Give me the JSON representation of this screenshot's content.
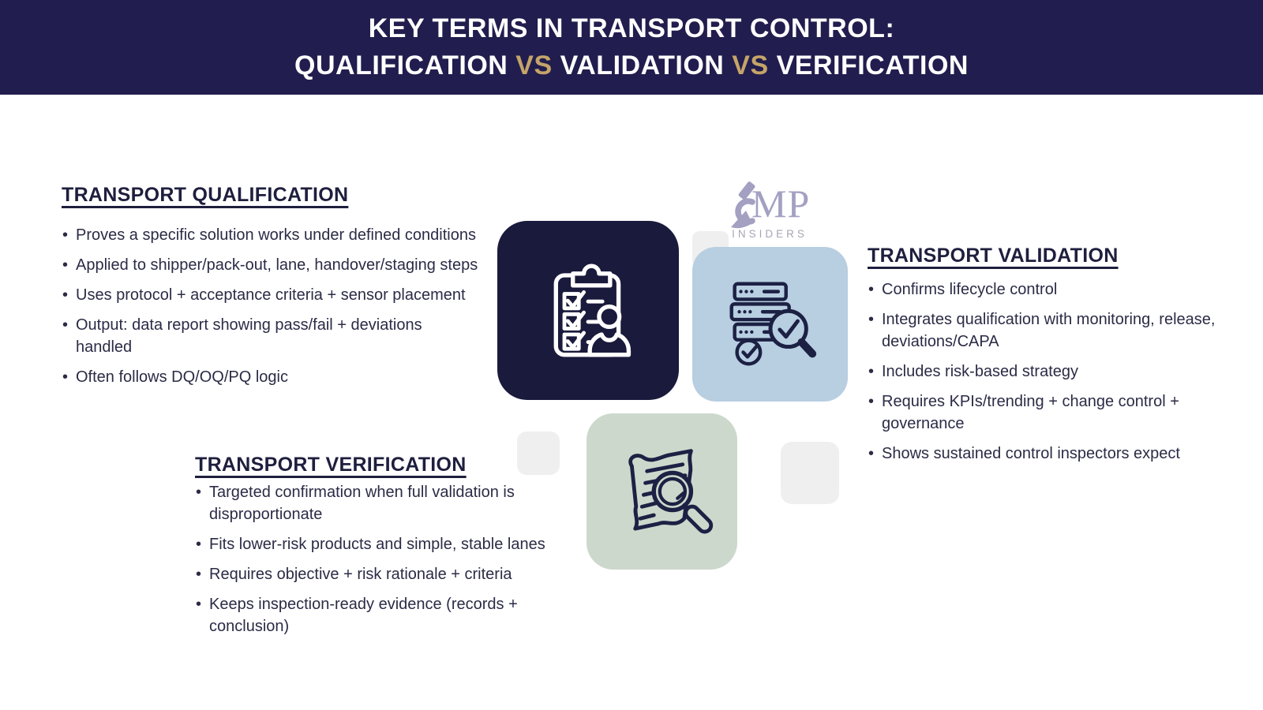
{
  "header": {
    "line1": "KEY TERMS IN TRANSPORT CONTROL:",
    "line2": {
      "qualification": "QUALIFICATION",
      "vs1": "VS",
      "validation": "VALIDATION",
      "vs2": "VS",
      "verification": "VERIFICATION"
    }
  },
  "logo": {
    "wordmark": "MP",
    "subtitle": "INSIDERS"
  },
  "sections": {
    "qualification": {
      "title": "TRANSPORT QUALIFICATION",
      "icon": "clipboard-checklist-person-icon",
      "bullets": [
        "Proves a specific solution works under defined conditions",
        "Applied to shipper/pack-out, lane, handover/staging steps",
        "Uses protocol + acceptance criteria + sensor placement",
        "Output: data report showing pass/fail + deviations handled",
        "Often follows DQ/OQ/PQ logic"
      ]
    },
    "validation": {
      "title": "TRANSPORT VALIDATION",
      "icon": "server-stack-magnifier-check-icon",
      "bullets": [
        "Confirms lifecycle control",
        "Integrates qualification with monitoring, release, deviations/CAPA",
        "Includes risk-based strategy",
        "Requires KPIs/trending + change control + governance",
        "Shows sustained control inspectors expect"
      ]
    },
    "verification": {
      "title": "TRANSPORT VERIFICATION",
      "icon": "document-magnifier-icon",
      "bullets": [
        "Targeted confirmation when full validation is disproportionate",
        "Fits lower-risk products and simple, stable lanes",
        "Requires objective + risk rationale + criteria",
        "Keeps inspection-ready evidence (records + conclusion)"
      ]
    }
  },
  "colors": {
    "header_bg": "#211d4e",
    "accent_gold": "#c5a469",
    "heading_text": "#1e1e3e",
    "body_text": "#2b2b46",
    "tile_navy": "#1a1a3c",
    "tile_blue": "#b8cee1",
    "tile_green": "#cdd8cc",
    "decor_gray": "#efefef",
    "logo_purple": "#a3a0c2",
    "icon_stroke_dark": "#1c2144",
    "icon_stroke_light": "#ffffff"
  }
}
